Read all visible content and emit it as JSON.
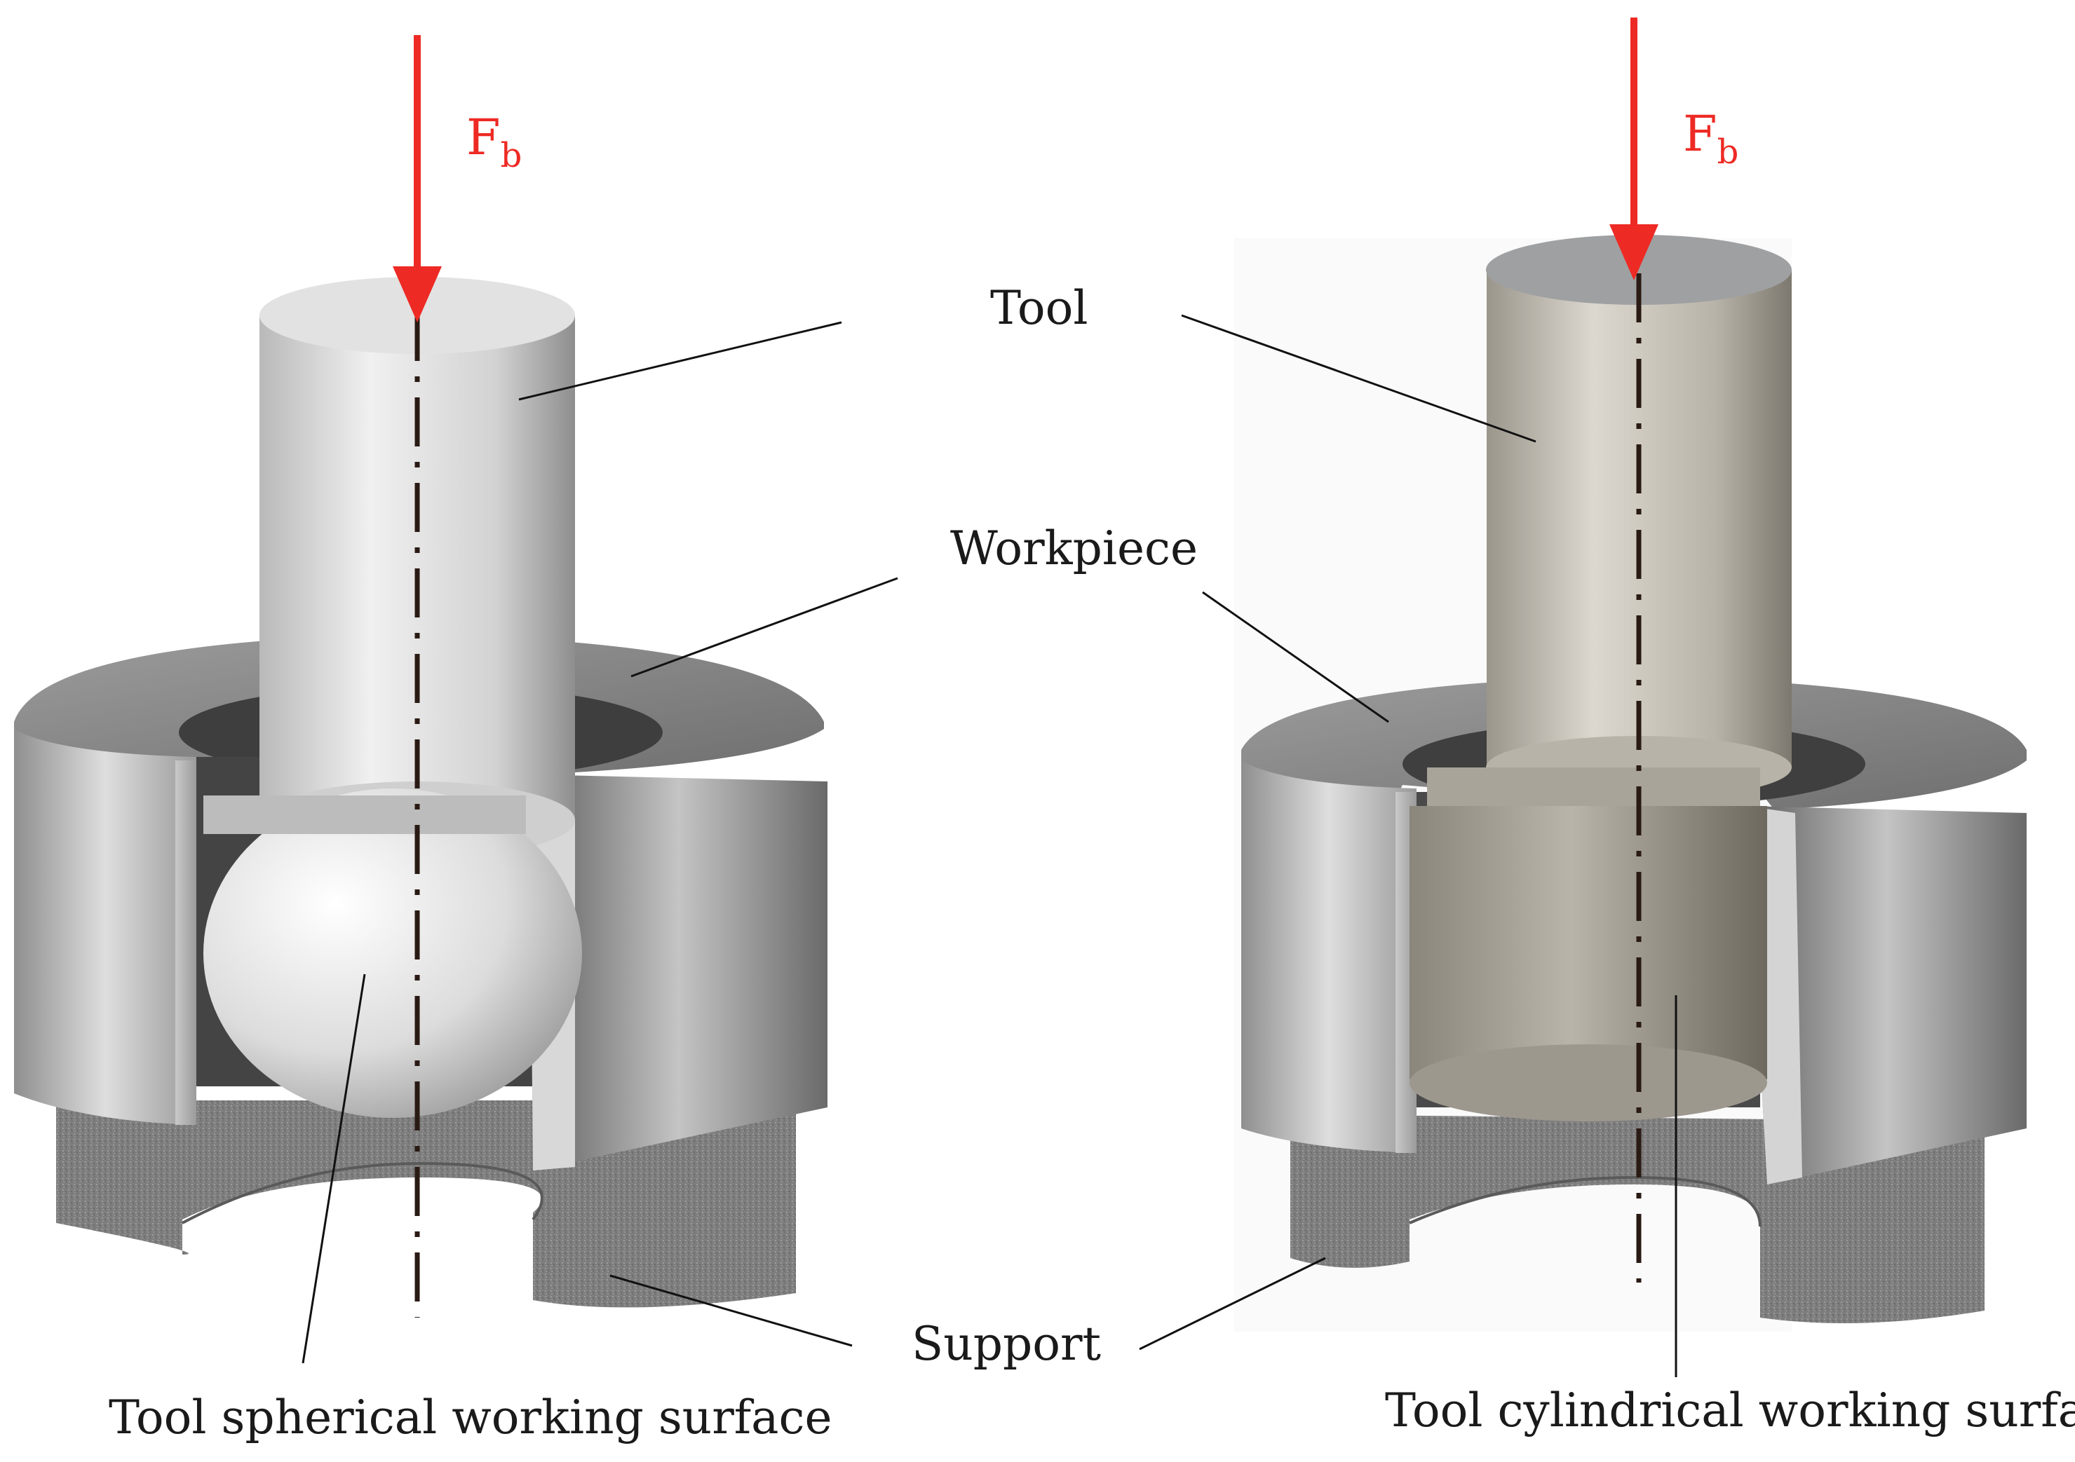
{
  "labels": {
    "tool": "Tool",
    "workpiece": "Workpiece",
    "support": "Support",
    "left_surface": "Tool spherical working surface",
    "right_surface": "Tool cylindrical working surface"
  },
  "force": {
    "symbol": "F",
    "subscript": "b",
    "color": "#ee2a24"
  },
  "colors": {
    "axis": "#2a1a14",
    "leader": "#111111",
    "metal_light": "#eeeeee",
    "metal_mid": "#a8a8a8",
    "metal_dark": "#5c5c5c",
    "support": "#7c7c7c"
  },
  "assemblies": [
    {
      "name": "spherical",
      "tool_tip": "sphere"
    },
    {
      "name": "cylindrical",
      "tool_tip": "cylinder"
    }
  ]
}
